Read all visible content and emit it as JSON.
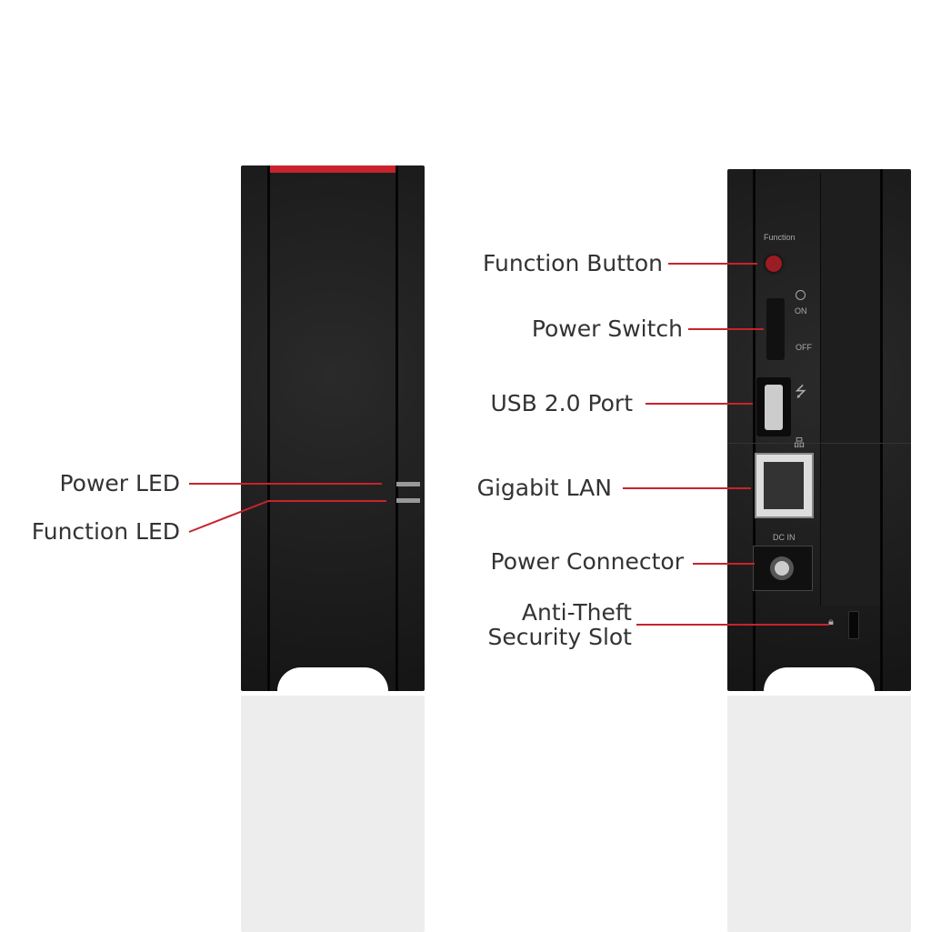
{
  "colors": {
    "accent": "#c8232c",
    "device": "#1b1b1b",
    "text": "#333333"
  },
  "front": {
    "callouts": [
      {
        "label": "Power LED"
      },
      {
        "label": "Function LED"
      }
    ]
  },
  "rear": {
    "printed": {
      "function": "Function",
      "on": "ON",
      "off": "OFF",
      "dc_in": "DC IN"
    },
    "callouts": [
      {
        "label": "Function Button"
      },
      {
        "label": "Power Switch"
      },
      {
        "label": "USB 2.0 Port"
      },
      {
        "label": "Gigabit LAN"
      },
      {
        "label": "Power Connector"
      },
      {
        "label": "Anti-Theft"
      },
      {
        "label": "Security Slot"
      }
    ]
  }
}
